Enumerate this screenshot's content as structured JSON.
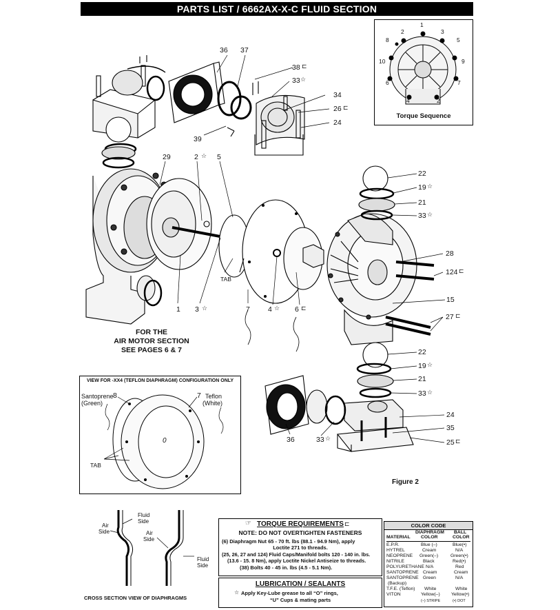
{
  "header": {
    "title": "PARTS LIST / 6662AX-X-C FLUID SECTION"
  },
  "torque_sequence": {
    "caption": "Torque Sequence",
    "numbers": [
      "1",
      "2",
      "3",
      "4",
      "5",
      "6",
      "7",
      "8",
      "9",
      "10"
    ]
  },
  "part_labels": {
    "p36_top": "36",
    "p37": "37",
    "p38": "38",
    "p33_top": "33",
    "p34": "34",
    "p26": "26",
    "p24_top": "24",
    "p39": "39",
    "p29": "29",
    "p2": "2",
    "p5": "5",
    "p22_top": "22",
    "p19_top": "19",
    "p21_top": "21",
    "p33_mid": "33",
    "p28": "28",
    "p124": "124",
    "p15": "15",
    "p27": "27",
    "tab_main": "TAB",
    "p1": "1",
    "p3": "3",
    "p7": "7",
    "p4": "4",
    "p6": "6",
    "p22_low": "22",
    "p19_low": "19",
    "p21_low": "21",
    "p33_low": "33",
    "p24_low": "24",
    "p35": "35",
    "p25": "25",
    "p36_low": "36",
    "p33_bottom": "33"
  },
  "air_motor_note": [
    "FOR THE",
    "AIR MOTOR SECTION",
    "SEE PAGES 6 & 7"
  ],
  "teflon_view": {
    "title": "VIEW FOR -XX4 (TEFLON DIAPHRAGM) CONFIGURATION ONLY",
    "santoprene_label": "Santoprene",
    "santoprene_color": "(Green)",
    "num8": "8",
    "num7": "7",
    "teflon_label": "Teflon",
    "teflon_color": "(White)",
    "tab": "TAB"
  },
  "figure_label": "Figure 2",
  "cross_section": {
    "title": "CROSS SECTION VIEW OF DIAPHRAGMS",
    "air_side_1": "Air",
    "air_side_1b": "Side",
    "fluid_side_1": "Fluid",
    "fluid_side_1b": "Side",
    "air_side_2": "Air",
    "air_side_2b": "Side",
    "fluid_side_2": "Fluid",
    "fluid_side_2b": "Side"
  },
  "torque_requirements": {
    "title": "TORQUE REQUIREMENTS",
    "note": "NOTE: DO NOT OVERTIGHTEN FASTENERS",
    "lines": [
      "(6) Diaphragm Nut 65 - 70 ft. lbs (88.1 - 94.9 Nm), apply",
      "Loctite 271 to threads.",
      "(25, 26, 27 and 124) Fluid Caps/Manifold bolts 120 - 140 in. lbs.",
      "(13.6 - 15. 8 Nm), apply Loctite Nickel Antiseize to threads.",
      "(38) Bolts 40 - 45 in. lbs (4.5 - 5.1 Nm)."
    ]
  },
  "lubrication": {
    "title": "LUBRICATION / SEALANTS",
    "lines": [
      "Apply Key-Lube grease to all “O” rings,",
      "“U” Cups & mating parts"
    ]
  },
  "color_code": {
    "title": "COLOR CODE",
    "headers": [
      "MATERIAL",
      "DIAPHRAGM COLOR",
      "BALL COLOR"
    ],
    "header_lines": {
      "d1": "DIAPHRAGM",
      "d2": "COLOR",
      "b1": "BALL",
      "b2": "COLOR"
    },
    "rows": [
      [
        "E.P.R.",
        "Blue (–)",
        "Blue(•)"
      ],
      [
        "HYTREL",
        "Cream",
        "N/A"
      ],
      [
        "NEOPRENE",
        "Green(–)",
        "Green(•)"
      ],
      [
        "NITRILE",
        "Black",
        "Red(•)"
      ],
      [
        "POLYURETHANE",
        "N/A",
        "Red"
      ],
      [
        "SANTOPRENE",
        "Cream",
        "Cream"
      ],
      [
        "SANTOPRENE",
        "Green",
        "N/A"
      ],
      [
        "(Backup)",
        "",
        ""
      ],
      [
        "T.F.E. (Teflon)",
        "White",
        "White"
      ],
      [
        "VITON",
        "Yellow(–)",
        "Yellow(•)"
      ],
      [
        "",
        "(–) STRIPE",
        "(•) DOT"
      ]
    ]
  }
}
